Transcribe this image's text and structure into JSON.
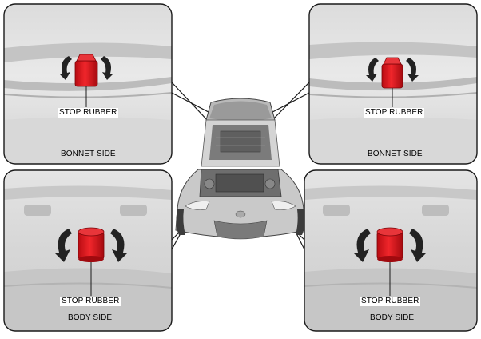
{
  "panels": {
    "top_left": {
      "stop_label": "STOP RUBBER",
      "side_label": "BONNET SIDE"
    },
    "top_right": {
      "stop_label": "STOP RUBBER",
      "side_label": "BONNET SIDE"
    },
    "bottom_left": {
      "stop_label": "STOP RUBBER",
      "side_label": "BODY SIDE"
    },
    "bottom_right": {
      "stop_label": "STOP RUBBER",
      "side_label": "BODY SIDE"
    }
  },
  "colors": {
    "rubber": "#e0151b",
    "panel_border": "#1a1a1a",
    "arrow": "#222222"
  }
}
